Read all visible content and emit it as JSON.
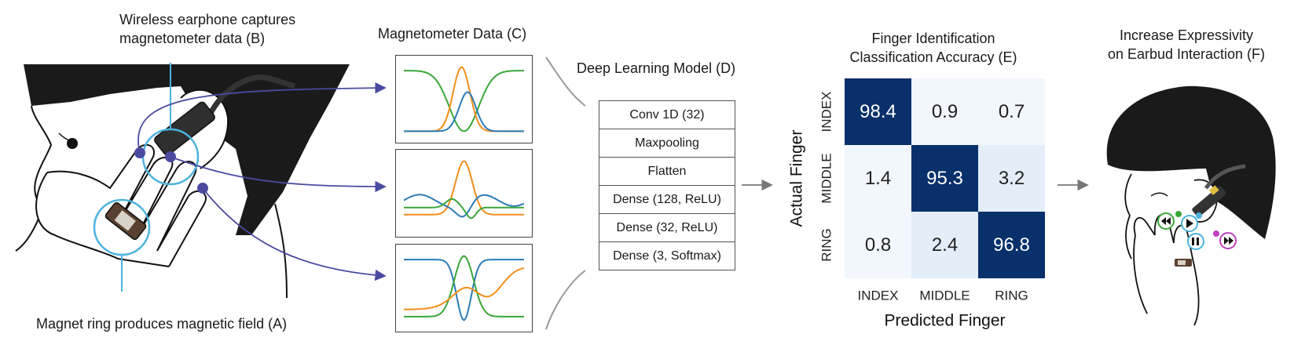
{
  "labels": {
    "earphone_caption_1": "Wireless earphone captures",
    "earphone_caption_2": "magnetometer data (B)",
    "ring_caption": "Magnet ring produces magnetic field  (A)",
    "magnetometer_title": "Magnetometer Data (C)",
    "model_title": "Deep Learning Model (D)",
    "accuracy_title_1": "Finger Identification",
    "accuracy_title_2": "Classification Accuracy (E)",
    "expressivity_title_1": "Increase Expressivity",
    "expressivity_title_2": "on Earbud Interaction (F)"
  },
  "model_layers": [
    "Conv 1D (32)",
    "Maxpooling",
    "Flatten",
    "Dense (128, ReLU)",
    "Dense (32, ReLU)",
    "Dense (3, Softmax)"
  ],
  "colors": {
    "blue": "#2c7bb6",
    "orange": "#f28e1c",
    "green": "#3aa63a",
    "cyan": "#4cb3dd",
    "purple": "#4a4aa0",
    "heat_dark": "#08306b",
    "heat_mid": "#e3eef9",
    "heat_light": "#f2f7fd"
  },
  "chart_data": {
    "type": "heatmap",
    "row_labels": [
      "INDEX",
      "MIDDLE",
      "RING"
    ],
    "col_labels": [
      "INDEX",
      "MIDDLE",
      "RING"
    ],
    "values": [
      [
        98.4,
        0.9,
        0.7
      ],
      [
        1.4,
        95.3,
        3.2
      ],
      [
        0.8,
        2.4,
        96.8
      ]
    ],
    "value_labels": [
      [
        "98.4",
        "0.9",
        "0.7"
      ],
      [
        "1.4",
        "95.3",
        "3.2"
      ],
      [
        "0.8",
        "2.4",
        "96.8"
      ]
    ],
    "xlabel": "Predicted Finger",
    "ylabel": "Actual Finger",
    "colormap": "Blues"
  },
  "icons": {
    "rewind": "rewind-icon",
    "play": "play-icon",
    "pause": "pause-icon",
    "fast_forward": "fast-forward-icon"
  }
}
